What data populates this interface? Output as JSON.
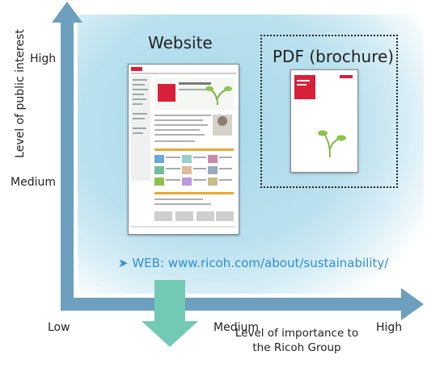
{
  "y_axis": {
    "title": "Level of public interest",
    "high_label": "High",
    "medium_label": "Medium"
  },
  "x_axis": {
    "title_line1": "Level of importance to",
    "title_line2": "the Ricoh Group",
    "low_label": "Low",
    "medium_label": "Medium",
    "high_label": "High"
  },
  "website": {
    "title": "Website"
  },
  "pdf": {
    "title": "PDF (brochure)"
  },
  "web_link": "➤ WEB: www.ricoh.com/about/sustainability/",
  "colors": {
    "axis": "#6d9fbf",
    "glow": "#a9d9ea",
    "down_arrow": "#72c9b4",
    "link": "#2f8fd0",
    "brand_red": "#d8203b"
  }
}
